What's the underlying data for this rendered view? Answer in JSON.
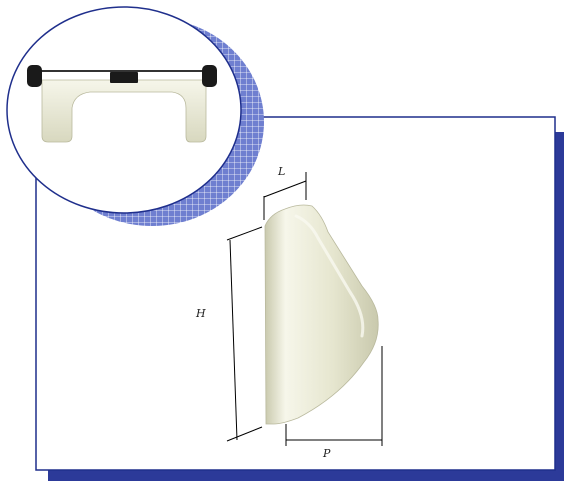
{
  "dimensions": {
    "width_label": "L",
    "height_label": "H",
    "depth_label": "P"
  },
  "colors": {
    "frame_border": "#1f2f8c",
    "frame_shadow": "#2c3a99",
    "circle_border": "#1f2f8c",
    "grid_fill": "#6f7fd0",
    "grid_line": "#ffffff",
    "profile_fill": "#e6e6cf",
    "profile_highlight": "#f6f6ea",
    "profile_shade": "#c9c9ad",
    "tire": "#1a1a1a",
    "axle": "#333333",
    "dimension_line": "#000000"
  }
}
